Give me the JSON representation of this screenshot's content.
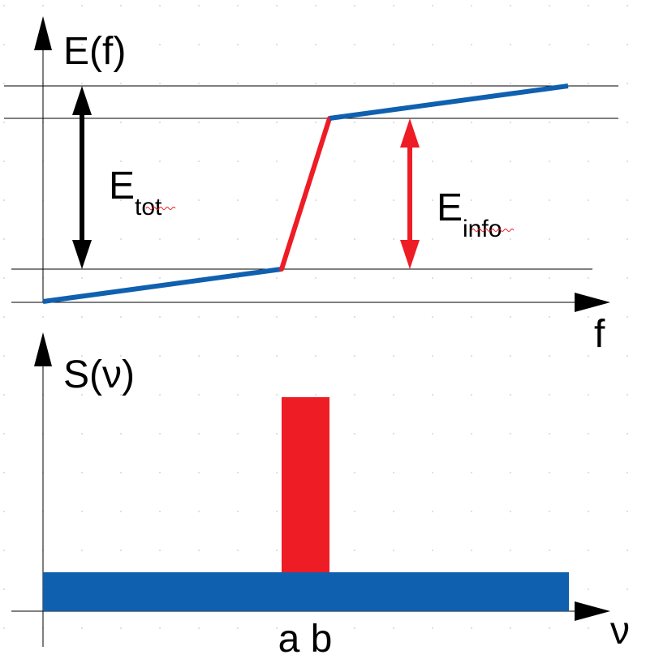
{
  "colors": {
    "blue": "#1060b0",
    "red": "#ee1c25",
    "black": "#000000",
    "grid_dot": "#c8c8c8"
  },
  "top_plot": {
    "y_axis_label": "E(f)",
    "x_axis_label": "f",
    "e_tot": {
      "main": "E",
      "sub": "tot"
    },
    "e_info": {
      "main": "E",
      "sub": "info"
    }
  },
  "bottom_plot": {
    "y_axis_label": "S(ν)",
    "x_axis_label": "ν",
    "band_labels": "a b"
  }
}
